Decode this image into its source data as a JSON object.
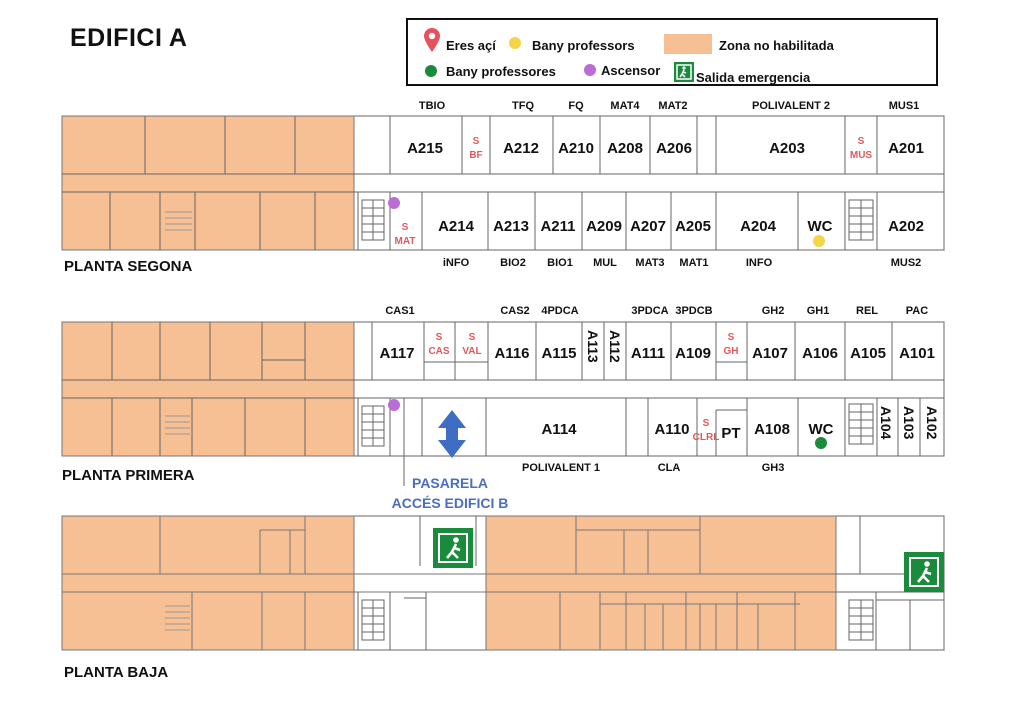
{
  "title": "EDIFICI A",
  "legend": {
    "you_are_here": "Eres açí",
    "bany_professors_yellow": "Bany professors",
    "bany_professores_green": "Bany professores",
    "ascensor": "Ascensor",
    "zona_no_habilitada": "Zona no habilitada",
    "salida_emergencia": "Salida emergencia"
  },
  "colors": {
    "disabled_zone": "#f7bf94",
    "marker_red": "#e8505b",
    "yellow": "#f5d547",
    "green": "#1a8a3c",
    "purple": "#b86ed6",
    "exit_green": "#1a8a3c",
    "arrow_blue": "#3d6ec4",
    "red_text": "#e05a5a",
    "blue_text": "#4a6fc0"
  },
  "floors": {
    "segona": {
      "label": "PLANTA SEGONA",
      "top_tags": [
        "TBIO",
        "TFQ",
        "FQ",
        "MAT4",
        "MAT2",
        "POLIVALENT 2",
        "MUS1"
      ],
      "top_rooms": [
        "A215",
        "A212",
        "A210",
        "A208",
        "A206",
        "A203",
        "A201"
      ],
      "top_small": [
        [
          "S",
          "BF"
        ],
        [
          "S",
          "MUS"
        ]
      ],
      "bottom_rooms": [
        "A214",
        "A213",
        "A211",
        "A209",
        "A207",
        "A205",
        "A204",
        "WC",
        "A202"
      ],
      "bottom_small": [
        [
          "S",
          "MAT"
        ]
      ],
      "bottom_tags": [
        "iNFO",
        "BIO2",
        "BIO1",
        "MUL",
        "MAT3",
        "MAT1",
        "INFO",
        "MUS2"
      ]
    },
    "primera": {
      "label": "PLANTA PRIMERA",
      "top_tags": [
        "CAS1",
        "CAS2",
        "4PDCA",
        "3PDCA",
        "3PDCB",
        "GH2",
        "GH1",
        "REL",
        "PAC"
      ],
      "top_rooms": [
        "A117",
        "A116",
        "A115",
        "A111",
        "A109",
        "A107",
        "A106",
        "A105",
        "A101"
      ],
      "top_vertical": [
        "A113",
        "A112"
      ],
      "top_small": [
        [
          "S",
          "CAS"
        ],
        [
          "S",
          "VAL"
        ],
        [
          "S",
          "GH"
        ]
      ],
      "bottom_rooms": [
        "A114",
        "A110",
        "PT",
        "A108",
        "WC"
      ],
      "bottom_vertical": [
        "A104",
        "A103",
        "A102"
      ],
      "bottom_small": [
        [
          "S",
          "CLRL"
        ]
      ],
      "bottom_tags": [
        "POLIVALENT 1",
        "CLA",
        "GH3"
      ],
      "pasarela": [
        "PASARELA",
        "ACCÉS EDIFICI B"
      ]
    },
    "baja": {
      "label": "PLANTA BAJA"
    }
  }
}
